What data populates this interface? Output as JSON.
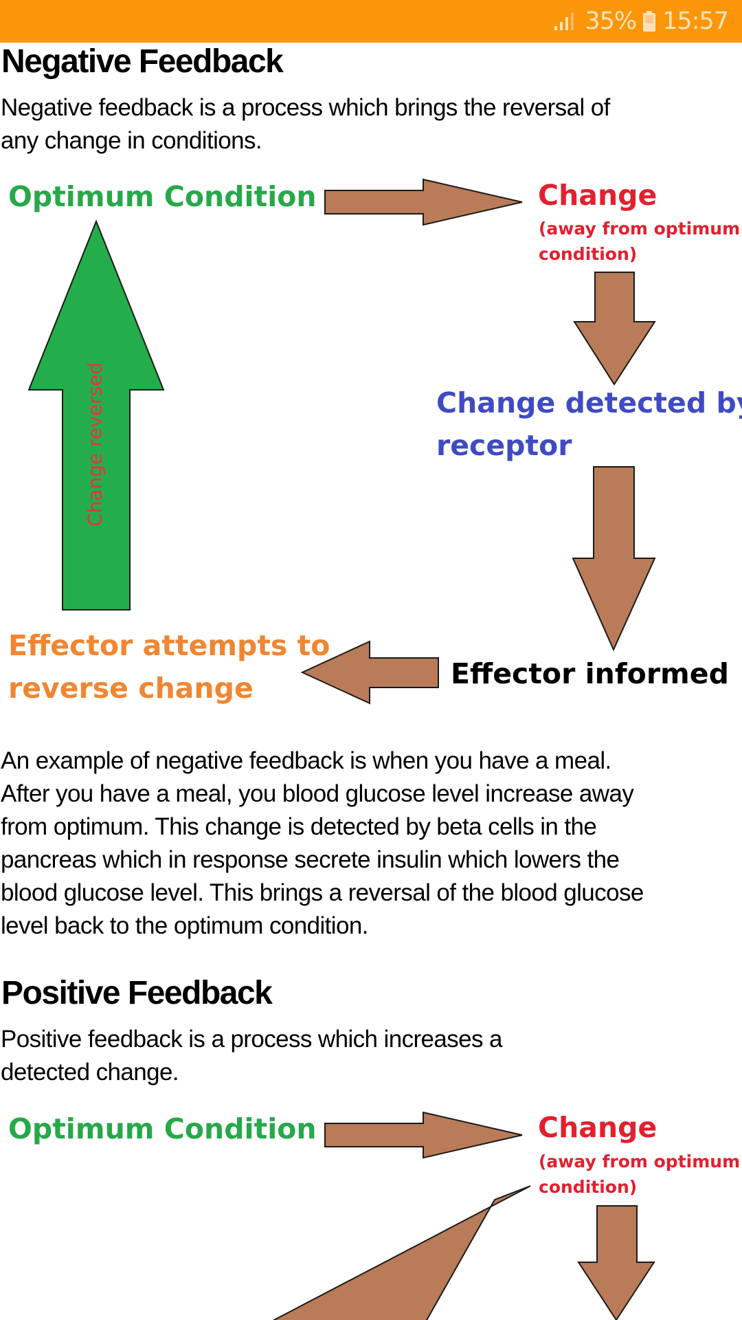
{
  "status_bar": {
    "signal_icon": "signal-icon",
    "battery_percent": "35%",
    "battery_icon": "battery-icon",
    "time": "15:57",
    "background_color": "#fb9609"
  },
  "negative": {
    "title": "Negative Feedback",
    "definition": "Negative feedback is a process which brings the reversal of\nany change in conditions.",
    "diagram": {
      "optimum": "Optimum Condition",
      "change": "Change",
      "change_note_1": "(away from optimum",
      "change_note_2": "condition)",
      "detected_1": "Change detected by",
      "detected_2": "receptor",
      "effector_informed": "Effector informed",
      "effector_attempts_1": "Effector attempts to",
      "effector_attempts_2": "reverse change",
      "change_reversed": "Change reversed"
    },
    "example": "An example of negative feedback is when you have a meal.\nAfter you have a meal, you blood glucose level increase away\nfrom optimum. This change is detected by beta cells in the\npancreas which in response secrete insulin which lowers the\nblood glucose level. This brings a reversal of the blood glucose\nlevel back to the optimum condition."
  },
  "positive": {
    "title": "Positive Feedback",
    "definition": "Positive feedback is a process which increases a\ndetected change.",
    "diagram": {
      "optimum": "Optimum Condition",
      "change": "Change",
      "change_note_1": "(away from optimum",
      "change_note_2": "condition)"
    }
  },
  "colors": {
    "arrow_brown": "#b97b58",
    "arrow_green": "#23ae4b",
    "optimum_green": "#27a84a",
    "change_red": "#e2202f",
    "receptor_blue": "#3f4bc3",
    "effector_orange": "#f08632"
  }
}
